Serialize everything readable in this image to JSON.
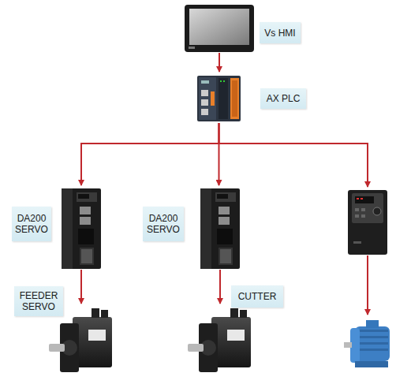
{
  "diagram": {
    "nodes": [
      {
        "text": [
          "Vs HMI"
        ]
      },
      {
        "text": [
          "AX PLC"
        ]
      },
      {
        "text": [
          "DA200 SERVO"
        ]
      },
      {
        "text": [
          "DA200 SERVO"
        ]
      },
      {
        "text": []
      },
      {
        "text": [
          "FEEDER SERVO"
        ]
      },
      {
        "text": [
          "CUTTER"
        ]
      },
      {
        "text": []
      }
    ],
    "edges": [
      {
        "from": 0,
        "to": 1,
        "arrow": "to"
      },
      {
        "from": 1,
        "to": 2,
        "arrow": "to"
      },
      {
        "from": 1,
        "to": 3,
        "arrow": "to"
      },
      {
        "from": 1,
        "to": 4,
        "arrow": "to"
      },
      {
        "from": 2,
        "to": 5,
        "arrow": "to"
      },
      {
        "from": 3,
        "to": 6,
        "arrow": "to"
      },
      {
        "from": 4,
        "to": 7,
        "arrow": "to"
      }
    ]
  }
}
